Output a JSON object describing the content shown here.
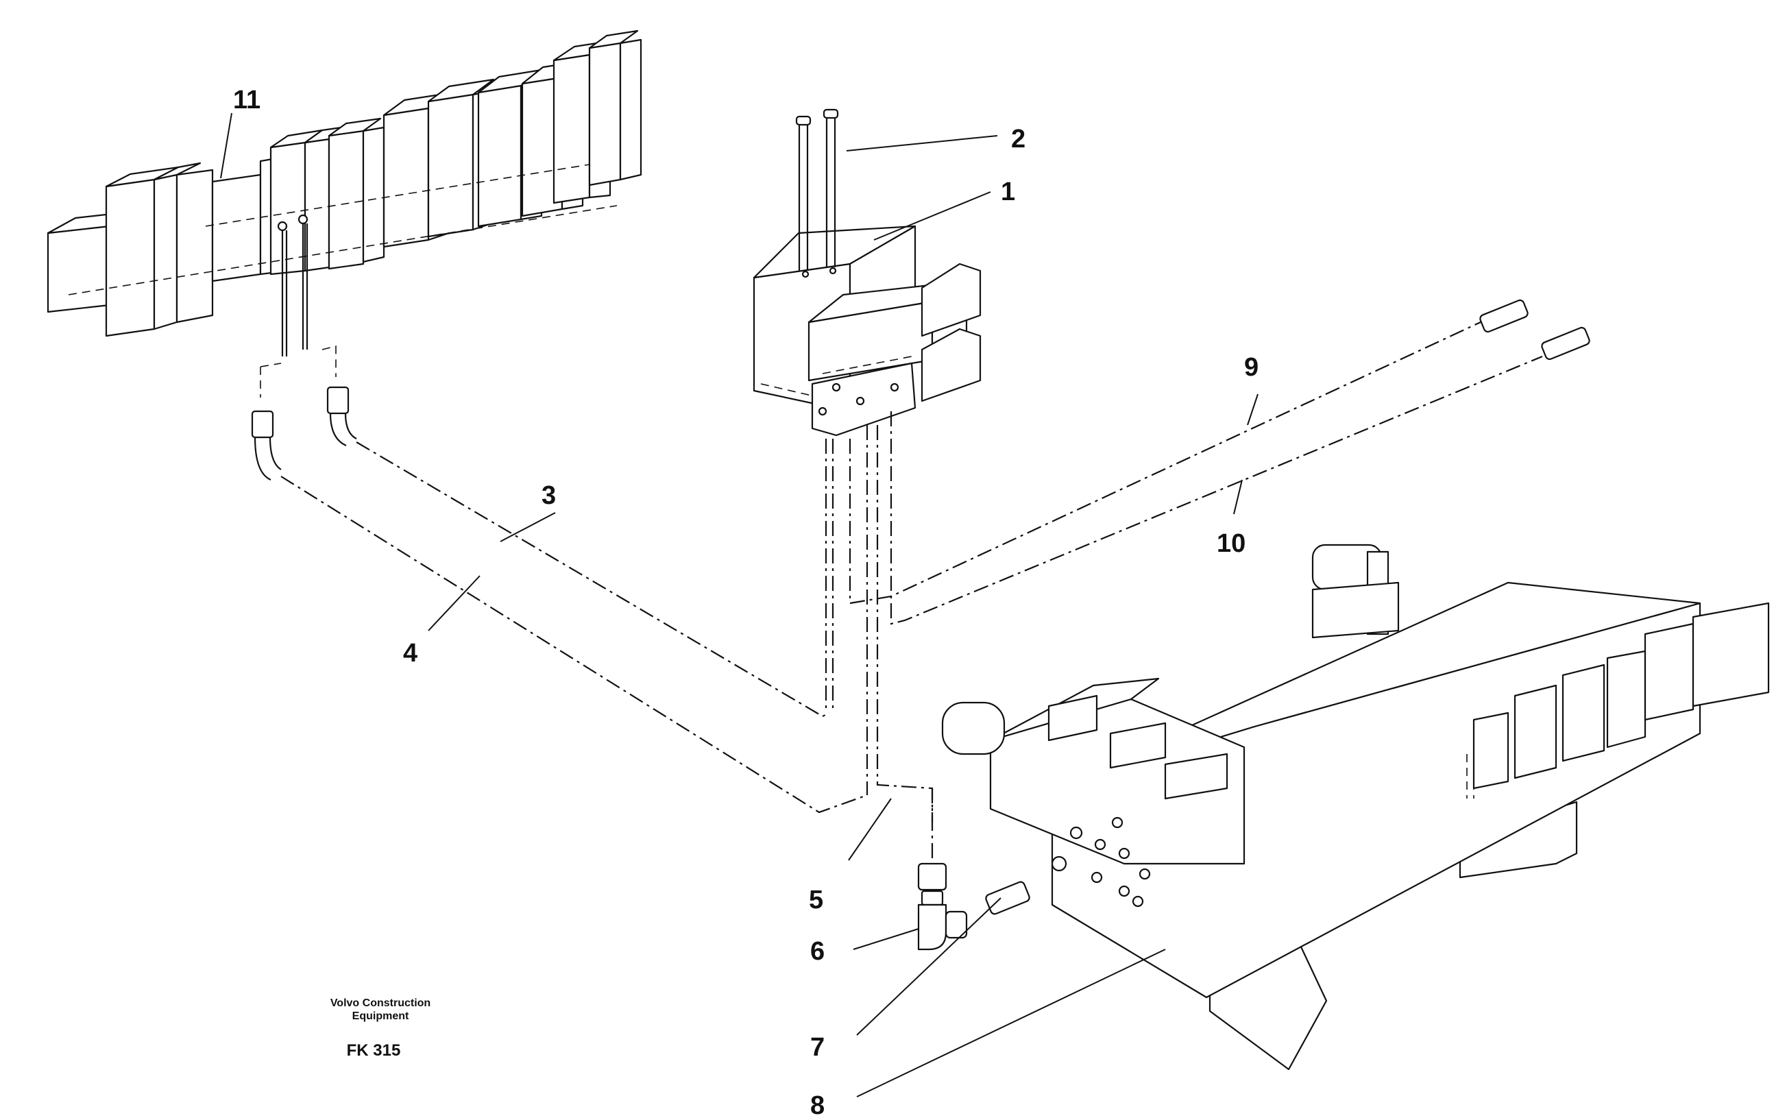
{
  "callouts": {
    "c1": "1",
    "c2": "2",
    "c3": "3",
    "c4": "4",
    "c5": "5",
    "c6": "6",
    "c7": "7",
    "c8": "8",
    "c9": "9",
    "c10": "10",
    "c11": "11"
  },
  "caption": {
    "company_line1": "Volvo Construction",
    "company_line2": "Equipment",
    "code": "FK 315"
  }
}
